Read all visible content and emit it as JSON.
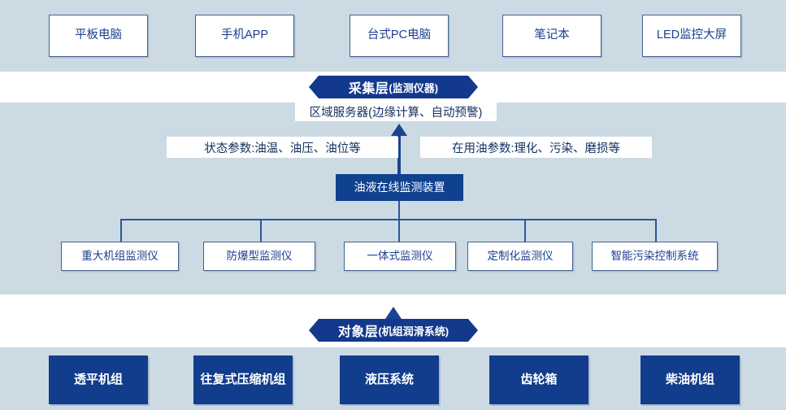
{
  "palette": {
    "band": "#ccdae4",
    "node_blue": "#123c8c",
    "outline": "#41628f",
    "text_blue": "#1c3f8f",
    "connector": "#1a4490"
  },
  "layers": {
    "collection": {
      "banner_title": "采集层",
      "banner_subtitle": "(监测仪器)",
      "server_label": "区域服务器(边缘计算、自动预警)"
    },
    "object": {
      "banner_title": "对象层",
      "banner_subtitle": " (机组润滑系统)"
    }
  },
  "display_devices": [
    {
      "label": "平板电脑"
    },
    {
      "label": "手机APP"
    },
    {
      "label": "台式PC电脑"
    },
    {
      "label": "笔记本"
    },
    {
      "label": "LED监控大屏"
    }
  ],
  "parameters": {
    "status": "状态参数:油温、油压、油位等",
    "in_use_oil": "在用油参数:理化、污染、磨损等"
  },
  "device_node": {
    "label": "油液在线监测装置"
  },
  "instruments": [
    {
      "label": "重大机组监测仪"
    },
    {
      "label": "防爆型监测仪"
    },
    {
      "label": "一体式监测仪"
    },
    {
      "label": "定制化监测仪"
    },
    {
      "label": "智能污染控制系统"
    }
  ],
  "objects": [
    {
      "label": "透平机组"
    },
    {
      "label": "往复式压缩机组"
    },
    {
      "label": "液压系统"
    },
    {
      "label": "齿轮箱"
    },
    {
      "label": "柴油机组"
    }
  ]
}
